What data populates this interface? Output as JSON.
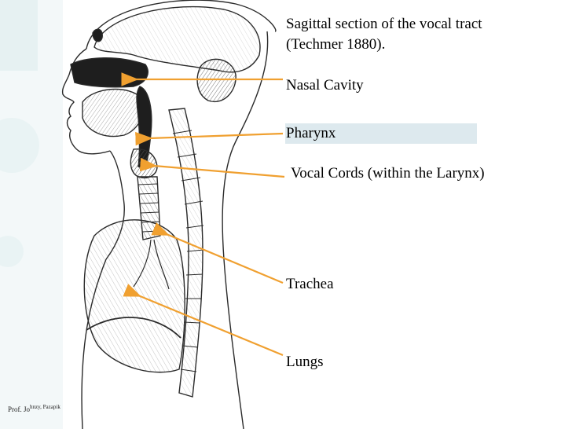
{
  "title": "Sagittal section of the vocal tract\n(Techmer 1880).",
  "labels": {
    "nasal_cavity": "Nasal Cavity",
    "pharynx": "Pharynx",
    "vocal_cords": "Vocal Cords (within the Larynx)",
    "trachea": "Trachea",
    "lungs": "Lungs"
  },
  "credit": {
    "text": "Prof. Jo",
    "superscript": "hnzy, Pazapik"
  },
  "colors": {
    "arrow": "#f0a030",
    "ink": "#2a2a2a",
    "slide_accent": "#e6f1f2",
    "pharynx_highlight": "#dde9ee"
  }
}
